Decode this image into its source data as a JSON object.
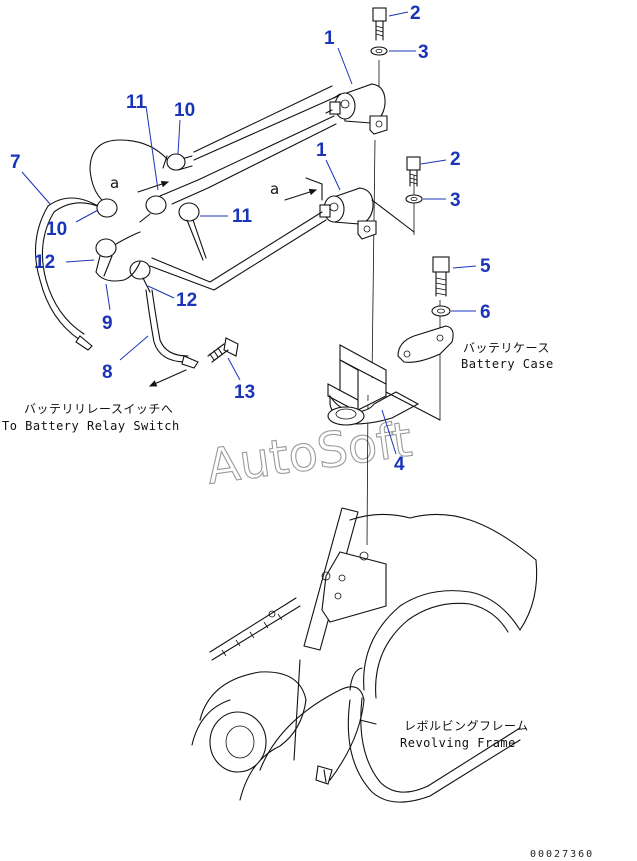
{
  "diagram": {
    "callouts": [
      {
        "id": "c-2a",
        "text": "2"
      },
      {
        "id": "c-3a",
        "text": "3"
      },
      {
        "id": "c-1a",
        "text": "1"
      },
      {
        "id": "c-11a",
        "text": "11"
      },
      {
        "id": "c-10a",
        "text": "10"
      },
      {
        "id": "c-7",
        "text": "7"
      },
      {
        "id": "c-1b",
        "text": "1"
      },
      {
        "id": "c-2b",
        "text": "2"
      },
      {
        "id": "c-3b",
        "text": "3"
      },
      {
        "id": "c-10b",
        "text": "10"
      },
      {
        "id": "c-11b",
        "text": "11"
      },
      {
        "id": "c-12a",
        "text": "12"
      },
      {
        "id": "c-5",
        "text": "5"
      },
      {
        "id": "c-6",
        "text": "6"
      },
      {
        "id": "c-9",
        "text": "9"
      },
      {
        "id": "c-12b",
        "text": "12"
      },
      {
        "id": "c-8",
        "text": "8"
      },
      {
        "id": "c-13",
        "text": "13"
      },
      {
        "id": "c-4",
        "text": "4"
      }
    ],
    "view_marks": [
      "a",
      "a"
    ],
    "labels": {
      "battery_case_jp": "バッテリケース",
      "battery_case_en": "Battery Case",
      "relay_switch_jp": "バッテリリレースイッチへ",
      "relay_switch_en": "To Battery Relay Switch",
      "revolving_frame_jp": "レボルビングフレーム",
      "revolving_frame_en": "Revolving Frame"
    },
    "watermark": "AutoSoft",
    "drawing_number": "00027360"
  },
  "colors": {
    "callout": "#1a34b8",
    "line": "#111111",
    "watermark": "#9a9a9a"
  }
}
